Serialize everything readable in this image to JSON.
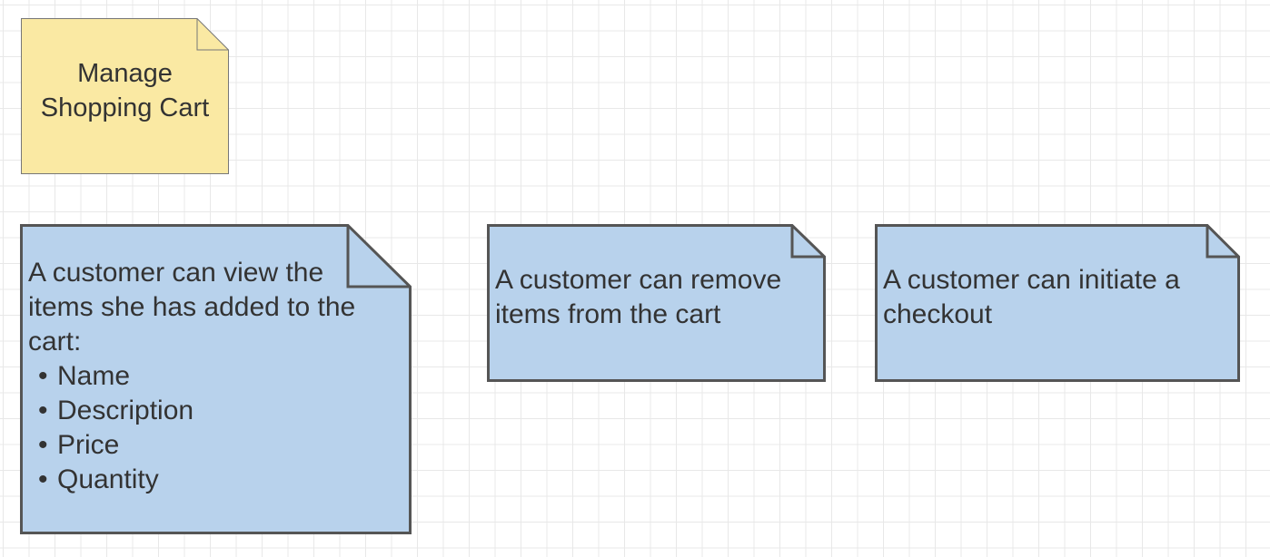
{
  "colors": {
    "canvas_background": "#ffffff",
    "grid_line": "#e8e8e8",
    "title_note_fill": "#fae9a3",
    "title_note_stroke": "#777777",
    "blue_note_fill": "#b8d2ec",
    "blue_note_stroke": "#555555",
    "text": "#333333"
  },
  "title_note": {
    "line1": "Manage",
    "line2": "Shopping Cart"
  },
  "notes": [
    {
      "text": "A customer can view the items she has added to the cart:",
      "list_items": [
        "Name",
        "Description",
        "Price",
        "Quantity"
      ]
    },
    {
      "text": "A customer can remove items from the cart"
    },
    {
      "text": "A customer can initiate a checkout"
    }
  ]
}
